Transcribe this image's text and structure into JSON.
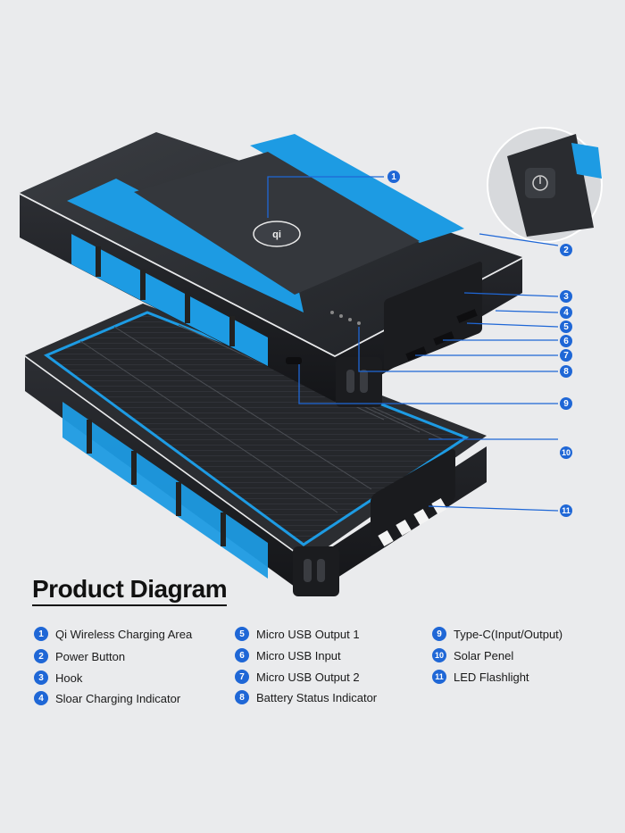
{
  "title": "Product Diagram",
  "device": {
    "wireless_symbol": "qi",
    "colors": {
      "body": "#2b2d31",
      "accent": "#1d9be3",
      "panel": "#1e2024",
      "callout": "#1f67d6"
    }
  },
  "callouts": [
    "1",
    "2",
    "3",
    "4",
    "5",
    "6",
    "7",
    "8",
    "9",
    "10",
    "11"
  ],
  "legend": [
    {
      "num": "1",
      "label": "Qi Wireless Charging Area"
    },
    {
      "num": "2",
      "label": "Power Button"
    },
    {
      "num": "3",
      "label": "Hook"
    },
    {
      "num": "4",
      "label": "Sloar Charging Indicator"
    },
    {
      "num": "5",
      "label": "Micro USB Output 1"
    },
    {
      "num": "6",
      "label": "Micro USB Input"
    },
    {
      "num": "7",
      "label": "Micro USB Output 2"
    },
    {
      "num": "8",
      "label": "Battery Status Indicator"
    },
    {
      "num": "9",
      "label": "Type-C(Input/Output)"
    },
    {
      "num": "10",
      "label": "Solar Penel"
    },
    {
      "num": "11",
      "label": "LED Flashlight"
    }
  ]
}
